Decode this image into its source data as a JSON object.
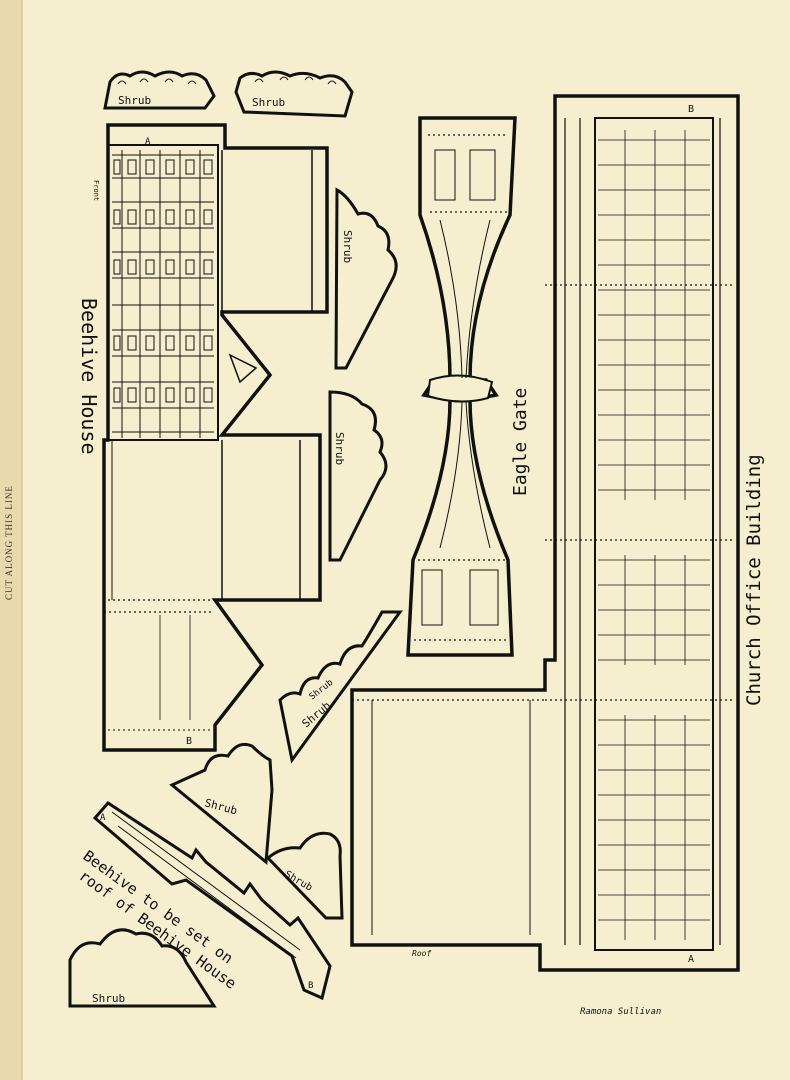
{
  "margin_text": "CUT ALONG THIS LINE",
  "labels": {
    "beehive_house": "Beehive House",
    "eagle_gate": "Eagle Gate",
    "church_office": "Church Office Building",
    "beehive_roof_note_1": "Beehive to be set on",
    "beehive_roof_note_2": "roof of Beehive House",
    "front": "Front",
    "roof": "Roof",
    "signature": "Ramona Sullivan",
    "tab_a": "A",
    "tab_b": "B"
  },
  "shrubs": [
    "Shrub",
    "Shrub",
    "Shrub",
    "Shrub",
    "Shrub",
    "Shrub",
    "Shrub",
    "Shrub",
    "Shrub"
  ],
  "colors": {
    "paper": "#f5efcf",
    "ink": "#111111",
    "margin": "#e9d9ae"
  }
}
